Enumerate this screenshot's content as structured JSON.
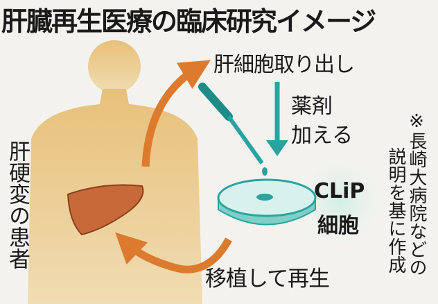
{
  "title": "肝臓再生医療の臨床研究イメージ",
  "patient_label": "肝硬変の患者",
  "steps": {
    "extract": "肝細胞取り出し",
    "drug_line1": "薬剤",
    "drug_line2": "加える",
    "transplant": "移植して再生"
  },
  "cell": {
    "line1": "CLiP",
    "line2": "細胞"
  },
  "note": {
    "line1": "※長崎大病院などの",
    "line2": "説明を基に作成"
  },
  "colors": {
    "body": "#e9c98c",
    "liver": "#c8693a",
    "arrow_orange": "#dc7a2e",
    "teal": "#2aa3a0",
    "background": "#f3f2ef"
  }
}
